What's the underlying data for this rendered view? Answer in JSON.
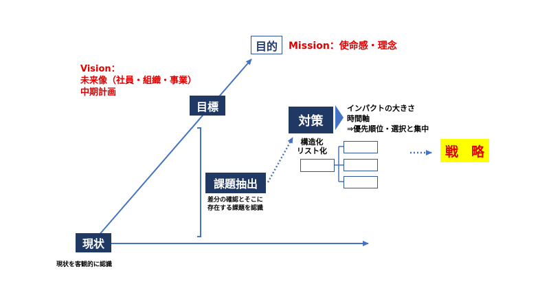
{
  "mokuteki": {
    "label": "目的",
    "mission": "Mission：使命感・理念"
  },
  "vision": {
    "line1": "Vision：",
    "line2": "未来像（社員・組織・事業）",
    "line3": "中期計画"
  },
  "mokuhyo": {
    "label": "目標"
  },
  "taisaku": {
    "label": "対策",
    "notes": [
      "インパクトの大きさ",
      "時間軸",
      "⇒優先順位・選択と集中"
    ]
  },
  "structure": {
    "line1": "構造化",
    "line2": "リスト化"
  },
  "kadai": {
    "label": "課題抽出",
    "desc1": "差分の確認とそこに",
    "desc2": "存在する課題を認識"
  },
  "senryaku": {
    "label": "戦　略",
    "bg_color": "#ffff00",
    "text_color": "#e00000"
  },
  "genjo": {
    "label": "現状",
    "desc": "現状を客観的に認識"
  },
  "colors": {
    "navy": "#1f3864",
    "arrow": "#4472c4",
    "red": "#e00000"
  }
}
